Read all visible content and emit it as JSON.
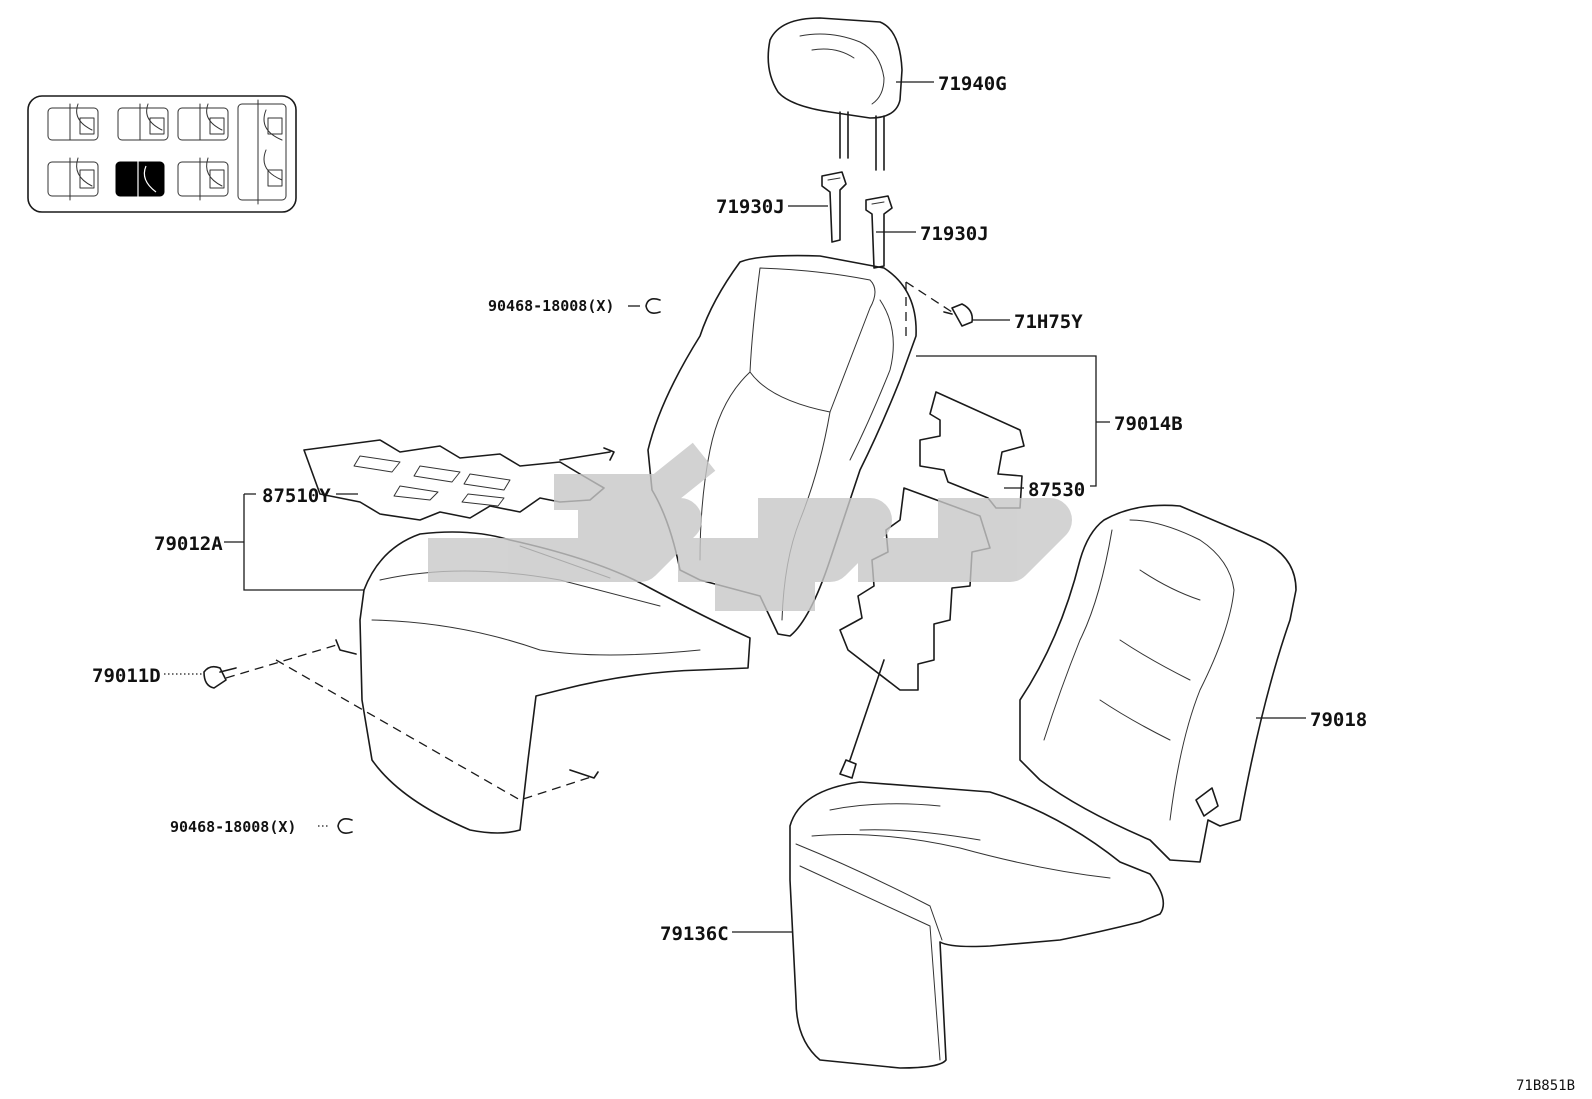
{
  "parts": {
    "headrest": "71940G",
    "headrest_support_left": "71930J",
    "headrest_support_right": "71930J",
    "hog_ring_upper": "90468-18008(X)",
    "clip_upper": "71H75Y",
    "back_pad_group": "79014B",
    "back_spring": "87530",
    "cushion_spring": "87510Y",
    "cushion_group": "79012A",
    "clip_lower": "79011D",
    "hog_ring_lower": "90468-18008(X)",
    "back_cover": "79018",
    "cushion_cover": "79136C"
  },
  "footer": {
    "diagram_code": "71B851B"
  },
  "colors": {
    "line": "#1a1a1a",
    "highlight": "#000000",
    "watermark": "#c8c8c8"
  }
}
